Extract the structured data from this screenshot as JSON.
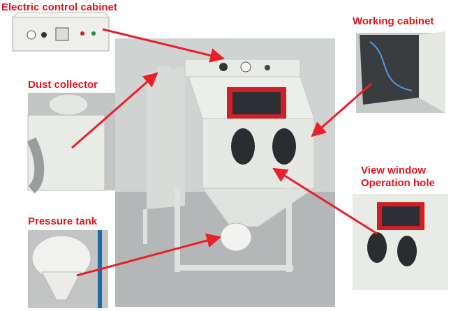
{
  "labels": {
    "electric_control_cabinet": "Electric control cabinet",
    "working_cabinet": "Working cabinet",
    "dust_collector": "Dust collector",
    "view_window": "View window",
    "operation_hole": "Operation hole",
    "pressure_tank": "Pressure tank"
  },
  "colors": {
    "label_red": "#e0161c",
    "arrow_red": "#e8202a",
    "cabinet_body": "#e6e8e4",
    "cabinet_shadow": "#c9ccc8",
    "window_frame": "#d21f26",
    "window_glass": "#2c2f33",
    "wall_gray": "#cfd2d1",
    "floor_gray": "#b9bcbc"
  },
  "icons": {
    "arrow": "arrow-icon",
    "gauge": "gauge-icon",
    "switch": "switch-icon",
    "indicator": "indicator-light-icon"
  }
}
